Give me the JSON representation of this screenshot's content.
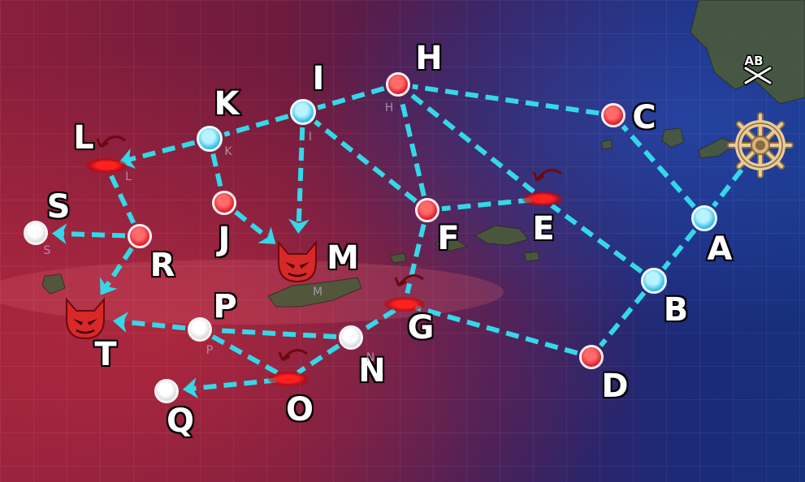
{
  "map": {
    "nodes": [
      {
        "id": "A",
        "type": "blue",
        "label": "A"
      },
      {
        "id": "B",
        "type": "blue",
        "label": "B"
      },
      {
        "id": "C",
        "type": "red",
        "label": "C"
      },
      {
        "id": "D",
        "type": "red",
        "label": "D"
      },
      {
        "id": "E",
        "type": "whirlpool",
        "label": "E"
      },
      {
        "id": "F",
        "type": "red",
        "label": "F"
      },
      {
        "id": "G",
        "type": "whirlpool",
        "label": "G"
      },
      {
        "id": "H",
        "type": "red",
        "label": "H",
        "sub": "H"
      },
      {
        "id": "I",
        "type": "blue",
        "label": "I",
        "sub": "I"
      },
      {
        "id": "J",
        "type": "red",
        "label": "J"
      },
      {
        "id": "K",
        "type": "blue",
        "label": "K",
        "sub": "K"
      },
      {
        "id": "L",
        "type": "whirlpool",
        "label": "L",
        "sub": "L"
      },
      {
        "id": "M",
        "type": "boss",
        "label": "M",
        "sub": "M"
      },
      {
        "id": "N",
        "type": "white",
        "label": "N",
        "sub": "N"
      },
      {
        "id": "O",
        "type": "whirlpool",
        "label": "O"
      },
      {
        "id": "P",
        "type": "white",
        "label": "P",
        "sub": "P"
      },
      {
        "id": "Q",
        "type": "white",
        "label": "Q"
      },
      {
        "id": "R",
        "type": "red",
        "label": "R"
      },
      {
        "id": "S",
        "type": "white",
        "label": "S",
        "sub": "S"
      },
      {
        "id": "T",
        "type": "boss",
        "label": "T"
      }
    ],
    "edges": [
      {
        "from": "start",
        "to": "A"
      },
      {
        "from": "A",
        "to": "C"
      },
      {
        "from": "A",
        "to": "B"
      },
      {
        "from": "B",
        "to": "E"
      },
      {
        "from": "B",
        "to": "D"
      },
      {
        "from": "C",
        "to": "H"
      },
      {
        "from": "E",
        "to": "F"
      },
      {
        "from": "E",
        "to": "H"
      },
      {
        "from": "F",
        "to": "H"
      },
      {
        "from": "F",
        "to": "I"
      },
      {
        "from": "F",
        "to": "G"
      },
      {
        "from": "D",
        "to": "G"
      },
      {
        "from": "G",
        "to": "N"
      },
      {
        "from": "H",
        "to": "I"
      },
      {
        "from": "I",
        "to": "K"
      },
      {
        "from": "I",
        "to": "M",
        "arrow": true
      },
      {
        "from": "K",
        "to": "L",
        "arrow": true
      },
      {
        "from": "K",
        "to": "J"
      },
      {
        "from": "J",
        "to": "M",
        "arrow": true
      },
      {
        "from": "L",
        "to": "R"
      },
      {
        "from": "R",
        "to": "S",
        "arrow": true
      },
      {
        "from": "R",
        "to": "T",
        "arrow": true
      },
      {
        "from": "N",
        "to": "P"
      },
      {
        "from": "N",
        "to": "O"
      },
      {
        "from": "P",
        "to": "O"
      },
      {
        "from": "P",
        "to": "T",
        "arrow": true
      },
      {
        "from": "O",
        "to": "Q",
        "arrow": true
      }
    ],
    "start_icon": "ship-wheel-icon",
    "air_base_badge": "AB",
    "colors": {
      "route": "#35d8e8",
      "enemy": "#e8222e",
      "boss": "#d8282a",
      "neutral": "#ffffff",
      "friendly": "#38c0ec",
      "start": "#d8b888"
    }
  }
}
